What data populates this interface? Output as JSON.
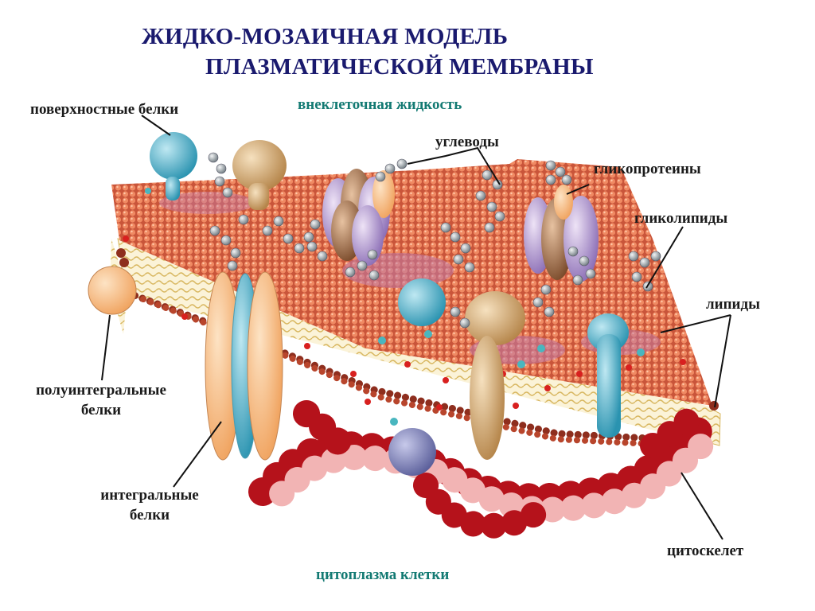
{
  "title": {
    "line1": "ЖИДКО-МОЗАИЧНАЯ МОДЕЛЬ",
    "line2": "ПЛАЗМАТИЧЕСКОЙ МЕМБРАНЫ"
  },
  "regions": {
    "extracellular": "внеклеточная жидкость",
    "cytoplasm": "цитоплазма клетки"
  },
  "labels": {
    "surface_proteins": "поверхностные белки",
    "carbohydrates": "углеводы",
    "glycoproteins": "гликопротеины",
    "glycolipids": "гликолипиды",
    "lipids": "липиды",
    "semi_integral_line1": "полуинтегральные",
    "semi_integral_line2": "белки",
    "integral_line1": "интегральные",
    "integral_line2": "белки",
    "cytoskeleton": "цитоскелет"
  },
  "colors": {
    "title": "#1a1a6e",
    "region_text": "#137a73",
    "lipid_head": "#e07a55",
    "lipid_tail": "#e6c777",
    "protein_orange": "#f5b27a",
    "protein_blue": "#5bb3c9",
    "protein_tan": "#d9a86a",
    "protein_purple": "#a58fc6",
    "carbohydrate": "#9aa3a8",
    "cytoskeleton_dark": "#b5121b",
    "cytoskeleton_light": "#f4c0c0"
  }
}
